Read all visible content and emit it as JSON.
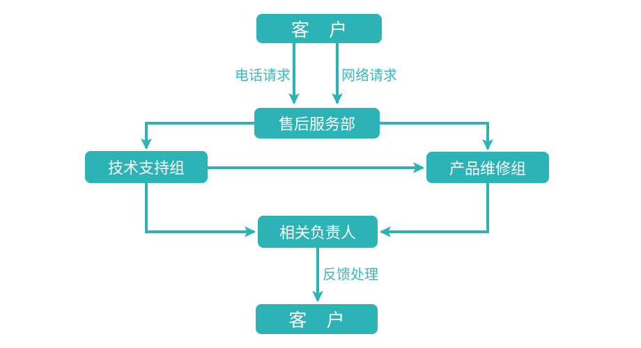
{
  "diagram": {
    "type": "flowchart",
    "accent_color": "#2bb3b5",
    "edge_label_color": "#38b9bd",
    "node_text_color": "#ffffff",
    "background_color": "#ffffff",
    "nodes": {
      "customer_top": {
        "label": "客 户"
      },
      "after_sales": {
        "label": "售后服务部"
      },
      "tech_support": {
        "label": "技术支持组"
      },
      "product_repair": {
        "label": "产品维修组"
      },
      "responsible": {
        "label": "相关负责人"
      },
      "customer_bottom": {
        "label": "客 户"
      }
    },
    "edge_labels": {
      "phone_request": {
        "label": "电话请求"
      },
      "network_request": {
        "label": "网络请求"
      },
      "feedback": {
        "label": "反馈处理"
      }
    },
    "connections": [
      {
        "from": "customer_top",
        "to": "after_sales",
        "label": "电话请求"
      },
      {
        "from": "customer_top",
        "to": "after_sales",
        "label": "网络请求"
      },
      {
        "from": "after_sales",
        "to": "tech_support",
        "label": ""
      },
      {
        "from": "after_sales",
        "to": "product_repair",
        "label": ""
      },
      {
        "from": "tech_support",
        "to": "product_repair",
        "label": ""
      },
      {
        "from": "tech_support",
        "to": "responsible",
        "label": ""
      },
      {
        "from": "product_repair",
        "to": "responsible",
        "label": ""
      },
      {
        "from": "responsible",
        "to": "customer_bottom",
        "label": "反馈处理"
      }
    ]
  }
}
